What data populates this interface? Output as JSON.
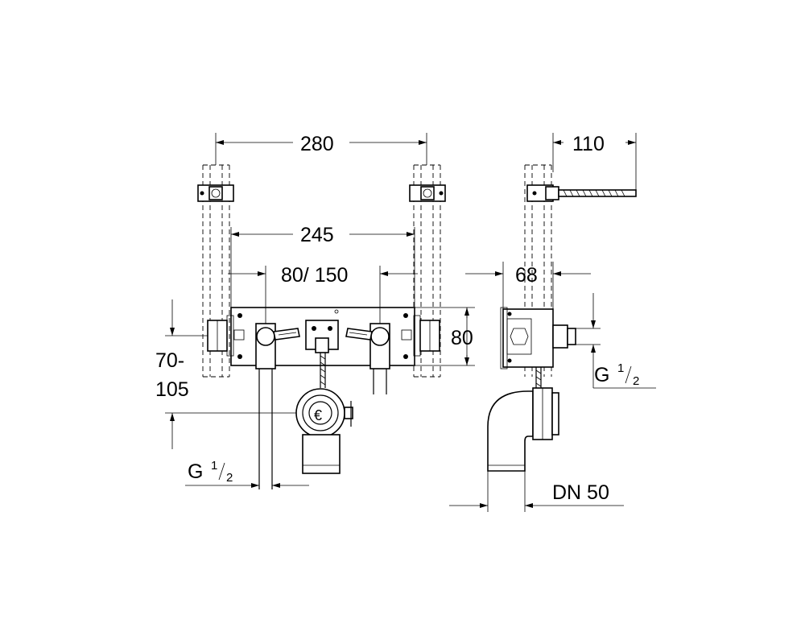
{
  "dimensions": {
    "width_outer": "280",
    "width_inner": "245",
    "valve_spacing": "80/ 150",
    "height_frame": "80",
    "depth_top": "110",
    "depth_side": "68",
    "range_top": "70-",
    "range_bottom": "105",
    "thread_left_main": "G",
    "thread_left_frac_num": "1",
    "thread_left_frac_den": "2",
    "thread_right_main": "G",
    "thread_right_frac_num": "1",
    "thread_right_frac_den": "2",
    "drain": "DN 50"
  },
  "colors": {
    "line": "#000000",
    "background": "#ffffff"
  }
}
